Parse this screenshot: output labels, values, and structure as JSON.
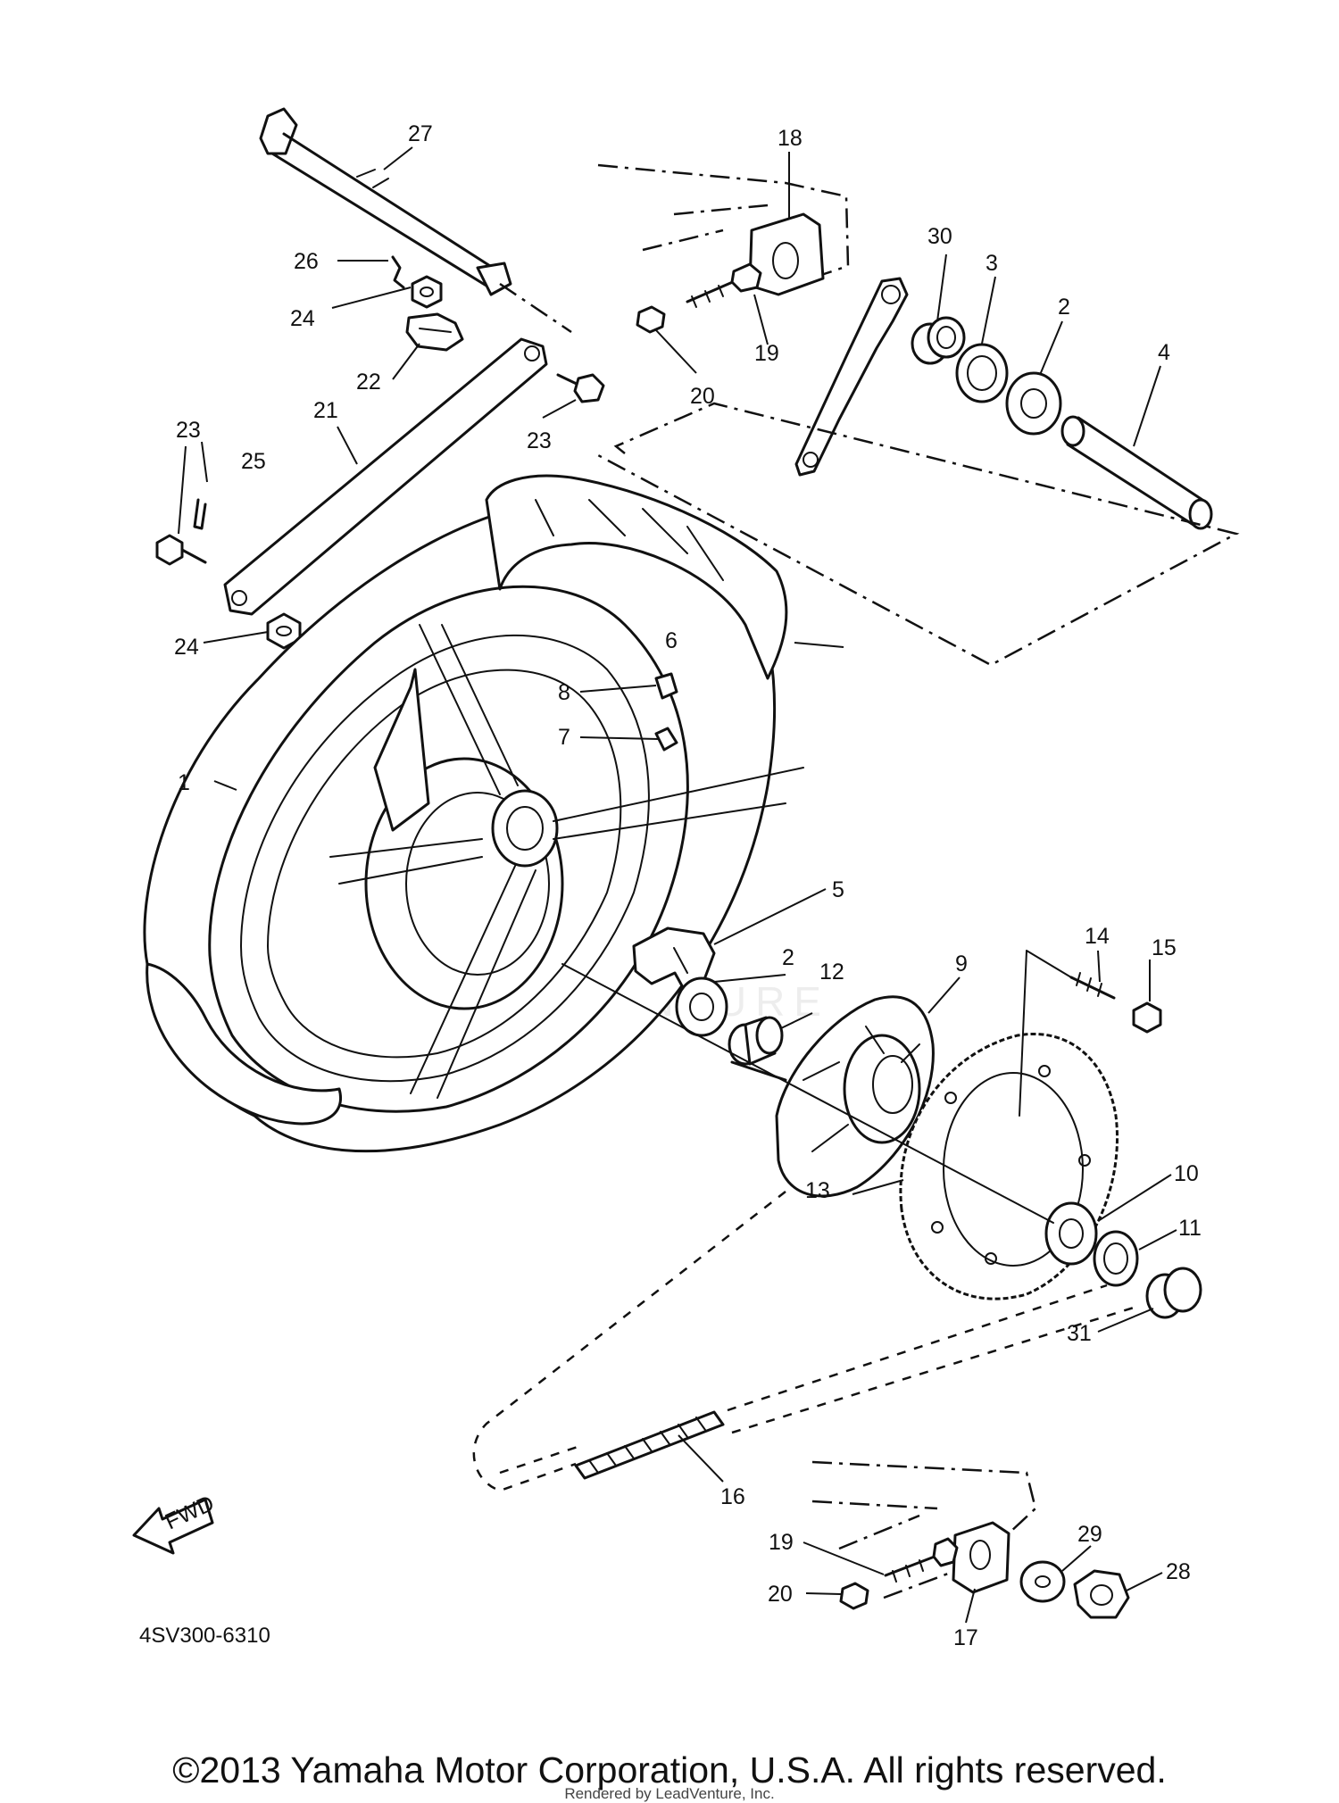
{
  "diagram_code": "4SV300-6310",
  "copyright": "©2013 Yamaha Motor Corporation, U.S.A. All rights reserved.",
  "rendered_by": "Rendered by LeadVenture, Inc.",
  "watermark": "LEADVENTURE",
  "fwd_label": "FWD",
  "callouts": {
    "p1": "1",
    "p2a": "2",
    "p2b": "2",
    "p3": "3",
    "p4": "4",
    "p5": "5",
    "p6": "6",
    "p7": "7",
    "p8": "8",
    "p9": "9",
    "p10": "10",
    "p11": "11",
    "p12": "12",
    "p13": "13",
    "p14": "14",
    "p15": "15",
    "p16": "16",
    "p17": "17",
    "p18": "18",
    "p19a": "19",
    "p19b": "19",
    "p20a": "20",
    "p20b": "20",
    "p21": "21",
    "p22": "22",
    "p23a": "23",
    "p23b": "23",
    "p24a": "24",
    "p24b": "24",
    "p25": "25",
    "p26": "26",
    "p27": "27",
    "p28": "28",
    "p29": "29",
    "p30": "30",
    "p31": "31"
  }
}
